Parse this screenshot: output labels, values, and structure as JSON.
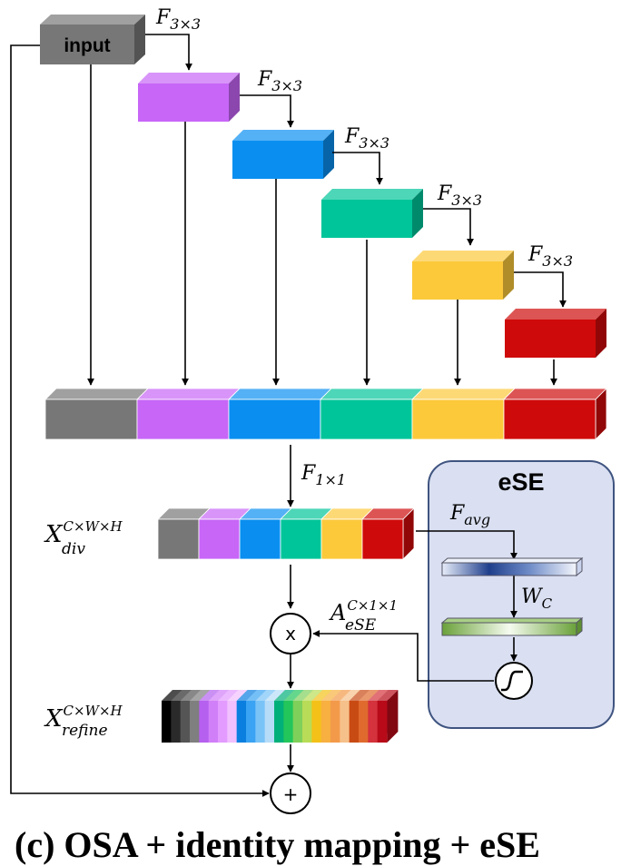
{
  "input_block": {
    "label": "input",
    "color": "#777777"
  },
  "conv_label": {
    "base": "F",
    "sub": "3×3"
  },
  "conv_blocks": [
    {
      "color": "#c766f7"
    },
    {
      "color": "#0a8ff0"
    },
    {
      "color": "#00c59a"
    },
    {
      "color": "#fcc93b"
    },
    {
      "color": "#cf0a0a"
    }
  ],
  "concat_colors": [
    "#777777",
    "#c766f7",
    "#0a8ff0",
    "#00c59a",
    "#fcc93b",
    "#cf0a0a"
  ],
  "pointwise_conv": {
    "base": "F",
    "sub": "1×1"
  },
  "x_div": {
    "base": "X",
    "sup": "C×W×H",
    "sub": "div"
  },
  "attention": {
    "base": "A",
    "sup": "C×1×1",
    "sub": "eSE"
  },
  "x_refine": {
    "base": "X",
    "sup": "C×W×H",
    "sub": "refine"
  },
  "multiply_symbol": "x",
  "add_symbol": "+",
  "ese": {
    "title": "eSE",
    "avg_pool": {
      "base": "F",
      "sub": "avg"
    },
    "fc": {
      "base": "W",
      "sub": "C"
    },
    "panel_color": "#dae0f2",
    "border_color": "#3f5480"
  },
  "refine_colors": [
    "#000000",
    "#2a2a2a",
    "#555555",
    "#7f7f7f",
    "#b560ef",
    "#d17ff8",
    "#e39bff",
    "#f2c0ff",
    "#0a7fe0",
    "#3aa3f3",
    "#79c3f7",
    "#b7dcf8",
    "#00b07a",
    "#23c65a",
    "#7fd05a",
    "#b8dc57",
    "#f4c118",
    "#f8b040",
    "#f39a4a",
    "#f6c08a",
    "#c94b14",
    "#e06a2e",
    "#d4323c",
    "#b80a18"
  ],
  "caption": "(c) OSA + identity mapping + eSE"
}
